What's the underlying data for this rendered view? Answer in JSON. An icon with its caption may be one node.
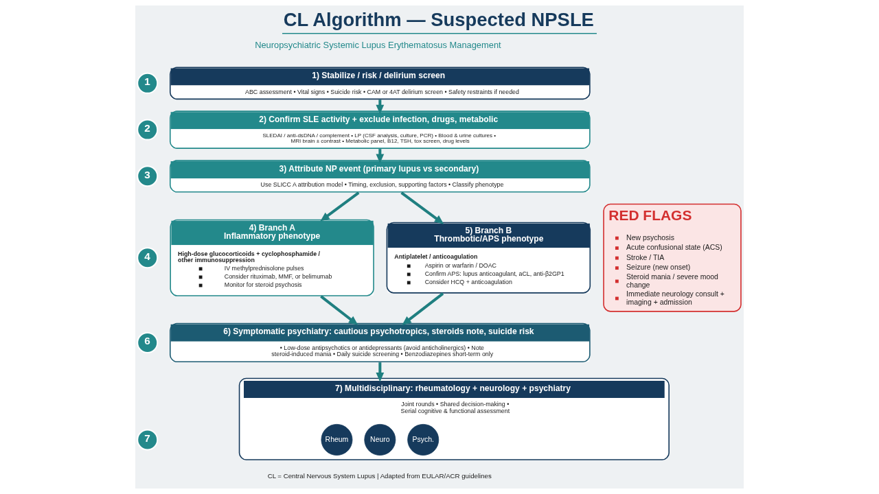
{
  "diagram": {
    "title": "CL Algorithm — Suspected NPSLE",
    "caption": "CL = Central Nervous System Lupus | Adapted from EULAR/ACR guidelines",
    "nodes": [
      {
        "text": [
          "1"
        ]
      },
      {
        "text": [
          "1) Stabilize / risk / delirium screen",
          "ABC assessment • Vital signs • Suicide risk • CAM or 4AT delirium screen • Safety restraints if needed"
        ]
      },
      {
        "text": [
          "2"
        ]
      },
      {
        "text": [
          "2) Confirm SLE activity + exclude infection, drugs, metabolic",
          "SLEDAI / anti-dsDNA / complement • LP (CSF analysis, culture, PCR) • Blood & urine cultures • MRI brain ± contrast • Metabolic panel, B12, TSH, tox screen, drug levels"
        ]
      },
      {
        "text": [
          "3"
        ]
      },
      {
        "text": [
          "3) Attribute NP event (primary lupus vs secondary)",
          "Use SLICC A attribution model • Timing, exclusion, supporting factors • Classify phenotype"
        ]
      },
      {
        "text": [
          "4"
        ]
      },
      {
        "text": [
          "4) Branch A Inflammatory phenotype",
          "High-dose glucocorticoids + cyclophosphamide / other immunosuppression",
          "IV methylprednisolone pulses",
          "Consider rituximab, MMF, or belimumab",
          "Monitor for steroid psychosis"
        ]
      },
      {
        "text": [
          "5) Branch B Thrombotic/APS phenotype",
          "Antiplatelet / anticoagulation",
          "Aspirin or warfarin / DOAC",
          "Confirm APS: lupus anticoagulant, aCL, anti-β2GP1",
          "Consider HCQ + anticoagulation"
        ]
      },
      {
        "text": [
          "6"
        ]
      },
      {
        "text": [
          "6) Symptomatic psychiatry: cautious psychotropics, steroids note, suicide risk",
          "• Low-dose antipsychotics or antidepressants (avoid anticholinergics) • Note steroid-induced mania • Daily suicide screening • Benzodiazepines short-term only"
        ]
      },
      {
        "text": [
          "7"
        ]
      },
      {
        "text": [
          "7) Multidisciplinary: rheumatology + neurology + psychiatry",
          "Joint rounds • Shared decision-making • Serial cognitive & functional assessment"
        ]
      },
      {
        "text": [
          "Rheum"
        ],
        "in": 12
      },
      {
        "text": [
          "Neuro"
        ],
        "in": 12
      },
      {
        "text": [
          "Psych."
        ],
        "in": 12
      },
      {
        "text": [
          "RED FLAGS",
          "New psychosis",
          "Acute confusional state (ACS)",
          "Stroke / TIA",
          "Seizure (new onset)",
          "Steroid mania / severe mood change",
          "Immediate neurology consult + imaging + admission"
        ]
      }
    ],
    "edges": [
      {
        "from": 1,
        "to": 3,
        "arrow": "to"
      },
      {
        "from": 3,
        "to": 5,
        "arrow": "to"
      },
      {
        "from": 5,
        "to": 7,
        "arrow": "to"
      },
      {
        "from": 5,
        "to": 8,
        "arrow": "to"
      },
      {
        "from": 7,
        "to": 10,
        "arrow": "to"
      },
      {
        "from": 8,
        "to": 10,
        "arrow": "to"
      },
      {
        "from": 10,
        "to": 12,
        "arrow": "to"
      }
    ],
    "labels": [
      "Neuropsychiatric Systemic Lupus Erythematosus Management"
    ]
  }
}
